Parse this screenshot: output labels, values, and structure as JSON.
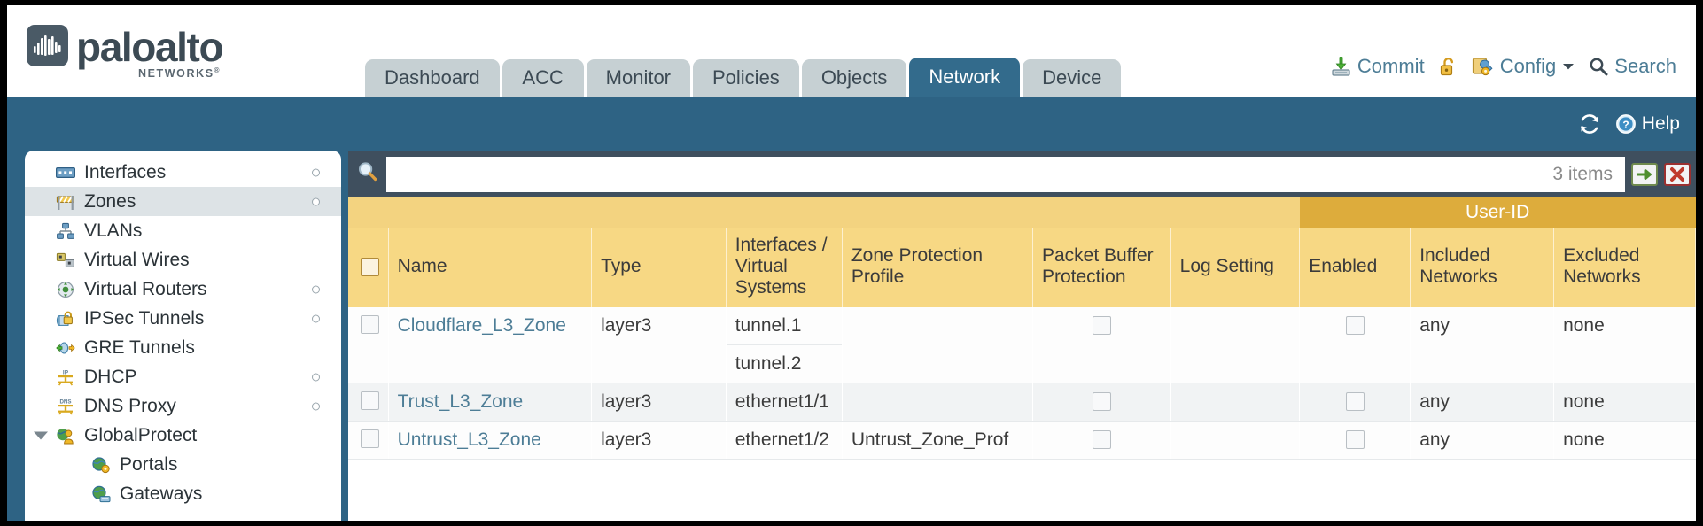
{
  "brand": {
    "name": "paloalto",
    "sub": "NETWORKS",
    "sub_mark": "®"
  },
  "nav": {
    "tabs": [
      {
        "label": "Dashboard",
        "active": false
      },
      {
        "label": "ACC",
        "active": false
      },
      {
        "label": "Monitor",
        "active": false
      },
      {
        "label": "Policies",
        "active": false
      },
      {
        "label": "Objects",
        "active": false
      },
      {
        "label": "Network",
        "active": true
      },
      {
        "label": "Device",
        "active": false
      }
    ],
    "actions": [
      {
        "label": "Commit",
        "icon": "commit-download-icon"
      },
      {
        "label": "",
        "icon": "unlock-padlock-icon"
      },
      {
        "label": "Config",
        "icon": "config-wrench-gear-icon",
        "caret": true
      },
      {
        "label": "Search",
        "icon": "search-magnifier-icon"
      }
    ]
  },
  "toolbar": {
    "refresh_icon": "refresh-icon",
    "help_icon": "help-question-icon",
    "help_label": "Help"
  },
  "sidebar": {
    "items": [
      {
        "label": "Interfaces",
        "icon": "interfaces-icon",
        "selected": false,
        "dot": true,
        "child": false,
        "caret": false
      },
      {
        "label": "Zones",
        "icon": "zones-barrier-icon",
        "selected": true,
        "dot": true,
        "child": false,
        "caret": false
      },
      {
        "label": "VLANs",
        "icon": "vlans-network-icon",
        "selected": false,
        "dot": false,
        "child": false,
        "caret": false
      },
      {
        "label": "Virtual Wires",
        "icon": "virtual-wires-icon",
        "selected": false,
        "dot": false,
        "child": false,
        "caret": false
      },
      {
        "label": "Virtual Routers",
        "icon": "virtual-routers-icon",
        "selected": false,
        "dot": true,
        "child": false,
        "caret": false
      },
      {
        "label": "IPSec Tunnels",
        "icon": "ipsec-tunnels-lock-icon",
        "selected": false,
        "dot": true,
        "child": false,
        "caret": false
      },
      {
        "label": "GRE Tunnels",
        "icon": "gre-tunnels-icon",
        "selected": false,
        "dot": false,
        "child": false,
        "caret": false
      },
      {
        "label": "DHCP",
        "icon": "dhcp-ip-icon",
        "selected": false,
        "dot": true,
        "child": false,
        "caret": false
      },
      {
        "label": "DNS Proxy",
        "icon": "dns-proxy-icon",
        "selected": false,
        "dot": true,
        "child": false,
        "caret": false
      },
      {
        "label": "GlobalProtect",
        "icon": "globalprotect-users-icon",
        "selected": false,
        "dot": false,
        "child": false,
        "caret": true
      },
      {
        "label": "Portals",
        "icon": "portals-globe-icon",
        "selected": false,
        "dot": false,
        "child": true,
        "caret": false
      },
      {
        "label": "Gateways",
        "icon": "gateways-globe-icon",
        "selected": false,
        "dot": false,
        "child": true,
        "caret": false
      }
    ]
  },
  "search": {
    "value": "",
    "placeholder": "",
    "items_count": "3 items",
    "apply_icon": "apply-arrow-icon",
    "clear_icon": "clear-x-icon",
    "search_icon": "search-magnifier-icon"
  },
  "table": {
    "group_header": "User-ID",
    "columns": [
      "Name",
      "Type",
      "Interfaces / Virtual Systems",
      "Zone Protection Profile",
      "Packet Buffer Protection",
      "Log Setting",
      "Enabled",
      "Included Networks",
      "Excluded Networks"
    ],
    "rows": [
      {
        "name": "Cloudflare_L3_Zone",
        "type": "layer3",
        "interfaces": [
          "tunnel.1",
          "tunnel.2"
        ],
        "zone_protection_profile": "",
        "packet_buffer_protection": false,
        "log_setting": "",
        "userid_enabled": false,
        "included_networks": "any",
        "excluded_networks": "none"
      },
      {
        "name": "Trust_L3_Zone",
        "type": "layer3",
        "interfaces": [
          "ethernet1/1"
        ],
        "zone_protection_profile": "",
        "packet_buffer_protection": false,
        "log_setting": "",
        "userid_enabled": false,
        "included_networks": "any",
        "excluded_networks": "none"
      },
      {
        "name": "Untrust_L3_Zone",
        "type": "layer3",
        "interfaces": [
          "ethernet1/2"
        ],
        "zone_protection_profile": "Untrust_Zone_Prof",
        "packet_buffer_protection": false,
        "log_setting": "",
        "userid_enabled": false,
        "included_networks": "any",
        "excluded_networks": "none"
      }
    ]
  },
  "colors": {
    "brand_blue": "#2e6384",
    "tab_active": "#336b8c",
    "tab_inactive": "#c6d0d3",
    "header_amber": "#f7d884",
    "group_amber": "#ddac3c",
    "link_blue": "#4d7d96",
    "content_slate": "#3f4f5e"
  }
}
